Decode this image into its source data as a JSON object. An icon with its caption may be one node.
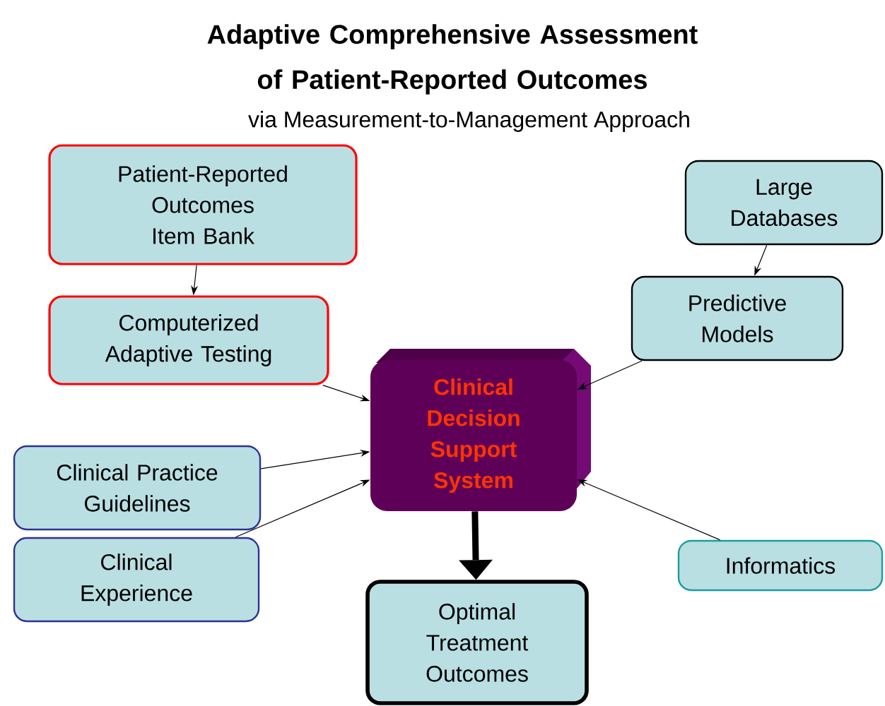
{
  "diagram": {
    "title": "Adaptive Comprehensive Assessment of Patient-Reported Outcomes",
    "nodes": [
      {
        "text": [
          "Patient-Reported Outcomes Item Bank"
        ]
      },
      {
        "text": [
          "Computerized Adaptive Testing"
        ]
      },
      {
        "text": [
          "Large Databases"
        ]
      },
      {
        "text": [
          "Predictive Models"
        ]
      },
      {
        "text": [
          "Clinical Decision Support System"
        ]
      },
      {
        "text": [
          "Clinical Practice Guidelines"
        ]
      },
      {
        "text": [
          "Clinical Experience"
        ]
      },
      {
        "text": [
          "Informatics"
        ]
      },
      {
        "text": [
          "Optimal Treatment Outcomes"
        ]
      }
    ],
    "edges": [
      {
        "from": 0,
        "to": 1,
        "arrow": "to"
      },
      {
        "from": 2,
        "to": 3,
        "arrow": "to"
      },
      {
        "from": 3,
        "to": 4,
        "arrow": "to"
      },
      {
        "from": 1,
        "to": 4,
        "arrow": "to"
      },
      {
        "from": 5,
        "to": 4,
        "arrow": "to"
      },
      {
        "from": 6,
        "to": 4,
        "arrow": "to"
      },
      {
        "from": 7,
        "to": 4,
        "arrow": "to"
      },
      {
        "from": 4,
        "to": 8,
        "arrow": "to",
        "style": "thick"
      }
    ],
    "labels": [
      "via Measurement-to-Management Approach"
    ]
  }
}
